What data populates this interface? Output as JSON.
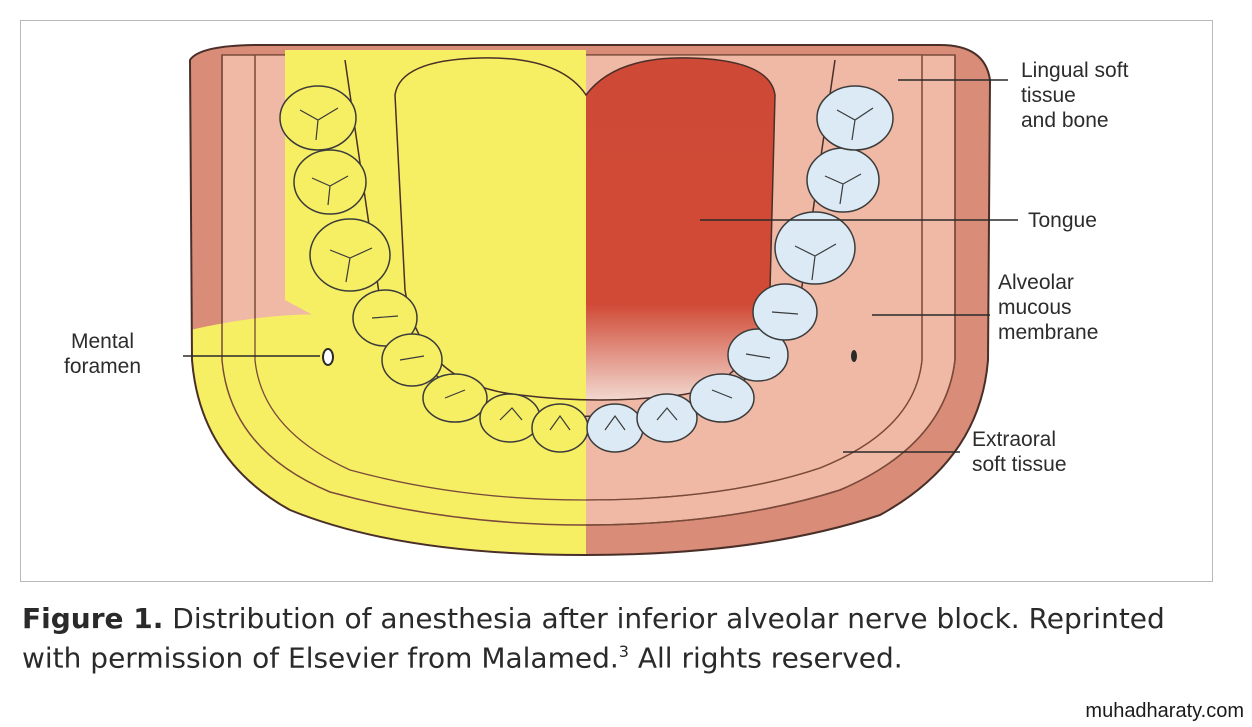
{
  "labels": {
    "lingual": "Lingual soft\ntissue\nand bone",
    "tongue": "Tongue",
    "alveolar": "Alveolar\nmucous\nmembrane",
    "extraoral": "Extraoral\nsoft tissue",
    "mental": "Mental\nforamen"
  },
  "caption": {
    "bold": "Figure 1.",
    "text": " Distribution of anesthesia after inferior alveolar nerve block. Reprinted with permission of Elsevier from Malamed.",
    "superscript": "3",
    "tail": " All rights reserved."
  },
  "watermark": "muhadharaty.com",
  "colors": {
    "anesthesia_yellow": "#f7ef63",
    "tongue_red": "#cf4a36",
    "extraoral_tissue": "#d98d78",
    "mucosa_pink": "#efb9a5",
    "tooth_blue": "#dbeaf5"
  }
}
